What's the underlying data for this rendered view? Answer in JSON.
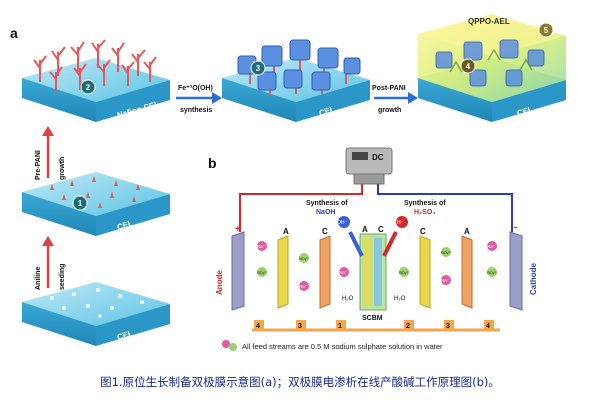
{
  "panel_a": {
    "label": "a",
    "slabs": {
      "s1": "CEL",
      "s2": "CEL",
      "s3": "Nafion-CEL",
      "s4": "CEL",
      "s5": "CEL"
    },
    "badges": {
      "b1": "1",
      "b2": "2",
      "b3": "3",
      "b4": "4",
      "b5": "5"
    },
    "steps": {
      "seeding": [
        "Aniline",
        "seeding"
      ],
      "growth": [
        "Pre-PANI",
        "growth"
      ],
      "synthesis": [
        "Fe⁺³O(OH)",
        "synthesis"
      ],
      "postgrowth": [
        "Post-PANI",
        "growth"
      ]
    },
    "qppo_label": "QPPO-AEL"
  },
  "panel_b": {
    "label": "b",
    "power": "DC",
    "anode": "Anode",
    "cathode": "Cathode",
    "plus": "+",
    "minus": "-",
    "membranes": {
      "a_left": "A",
      "c_left": "C",
      "a_mid": "A",
      "c_mid": "C",
      "c_right": "C",
      "a_right": "A"
    },
    "naoh_title": "Synthesis of",
    "naoh_formula": "NaOH",
    "h2so4_title": "Synthesis of",
    "h2so4_formula": "H₂SO₄",
    "water": "H₂O",
    "center_label": "SCBM",
    "flow_numbers": [
      "4",
      "3",
      "1",
      "2",
      "3",
      "4"
    ],
    "note": "All feed streams are 0.5 M sodium sulphate solution in water",
    "ions": {
      "na": "Na⁺",
      "so4": "SO₄²⁻",
      "oh": "OH⁻",
      "h": "H⁺"
    }
  },
  "colors": {
    "cel": "#63c6e6",
    "pani": "#e8585a",
    "feooh": "#5b8fe0",
    "qppo": "#f5e77a",
    "anode_wire": "#d12b2b",
    "cathode_wire": "#2b3fb3",
    "flow": "#f2a64e"
  },
  "caption": "图1.原位生长制备双极膜示意图(a)；双极膜电渗析在线产酸碱工作原理图(b)。"
}
